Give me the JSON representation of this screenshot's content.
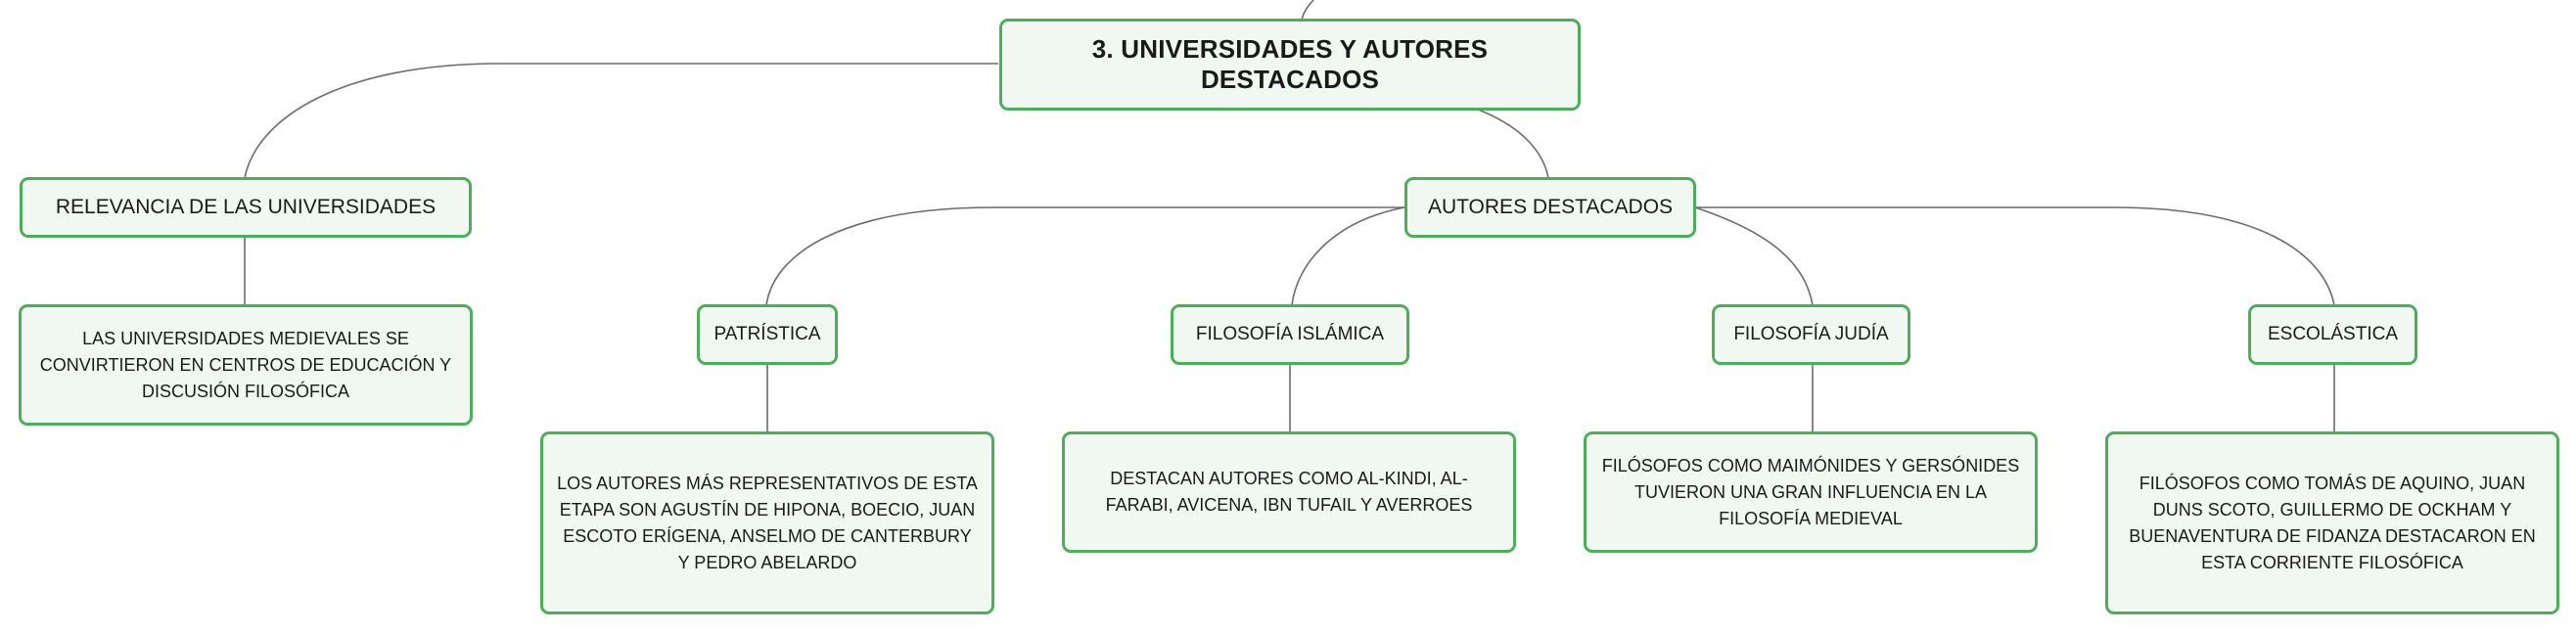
{
  "mindmap": {
    "root": {
      "label": "3. UNIVERSIDADES Y AUTORES DESTACADOS"
    },
    "relevance": {
      "label": "RELEVANCIA DE LAS UNIVERSIDADES",
      "description": "LAS UNIVERSIDADES MEDIEVALES SE CONVIRTIERON EN CENTROS DE EDUCACIÓN Y DISCUSIÓN FILOSÓFICA"
    },
    "authors": {
      "label": "AUTORES DESTACADOS",
      "branches": [
        {
          "label": "PATRÍSTICA",
          "description": "LOS AUTORES MÁS REPRESENTATIVOS DE ESTA ETAPA SON AGUSTÍN DE HIPONA, BOECIO, JUAN ESCOTO ERÍGENA, ANSELMO DE CANTERBURY Y PEDRO ABELARDO"
        },
        {
          "label": "FILOSOFÍA ISLÁMICA",
          "description": "DESTACAN AUTORES COMO AL-KINDI, AL-FARABI, AVICENA, IBN TUFAIL Y AVERROES"
        },
        {
          "label": "FILOSOFÍA JUDÍA",
          "description": "FILÓSOFOS COMO MAIMÓNIDES Y GERSÓNIDES TUVIERON UNA GRAN INFLUENCIA EN LA FILOSOFÍA MEDIEVAL"
        },
        {
          "label": "ESCOLÁSTICA",
          "description": "FILÓSOFOS COMO TOMÁS DE AQUINO, JUAN DUNS SCOTO, GUILLERMO DE OCKHAM Y BUENAVENTURA DE FIDANZA DESTACARON EN ESTA CORRIENTE FILOSÓFICA"
        }
      ]
    }
  },
  "colors": {
    "node_border": "#4cae5a",
    "node_fill": "#f1f8f2",
    "connector": "#6b6b6b",
    "text": "#1a1a1a"
  }
}
